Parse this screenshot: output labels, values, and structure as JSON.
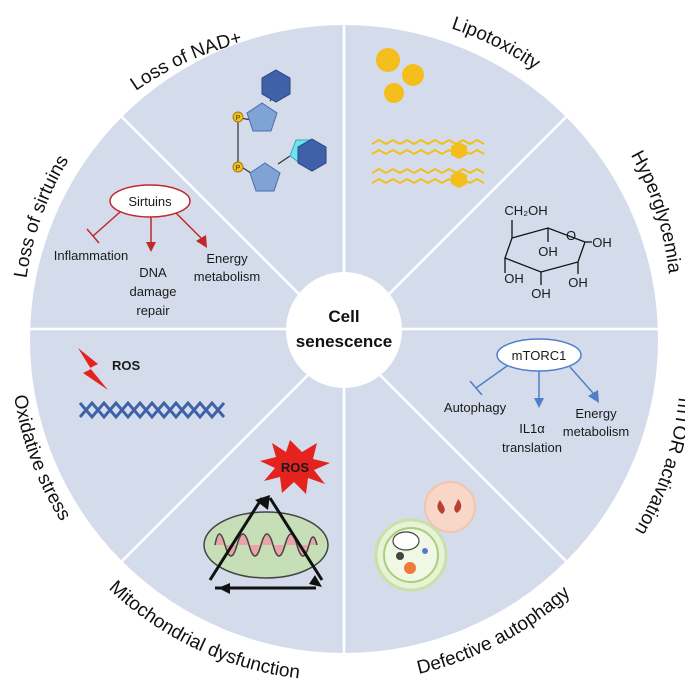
{
  "center": {
    "line1": "Cell",
    "line2": "senescence"
  },
  "segments": {
    "nad": "Loss of NAD+",
    "lipo": "Lipotoxicity",
    "hyper": "Hyperglycemia",
    "mtor": "mTOR activation",
    "autophagy": "Defective autophagy",
    "mito": "Mitochondrial dysfunction",
    "oxidative": "Oxidative stress",
    "sirtuins": "Loss of sirtuins"
  },
  "sirtuins_panel": {
    "hub": "Sirtuins",
    "inflammation": "Inflammation",
    "dna1": "DNA",
    "dna2": "damage",
    "dna3": "repair",
    "energy1": "Energy",
    "energy2": "metabolism"
  },
  "mtor_panel": {
    "hub": "mTORC1",
    "autophagy": "Autophagy",
    "il1": "IL1α",
    "il2": "translation",
    "energy1": "Energy",
    "energy2": "metabolism"
  },
  "glucose": {
    "ch2oh": "CH₂OH",
    "o": "O",
    "oh": "OH"
  },
  "nad_panel": {
    "p": "P"
  },
  "ros": {
    "oxidative": "ROS",
    "mito": "ROS"
  },
  "colors": {
    "wheel": "#d4dcec",
    "divider": "#ffffff",
    "sirtuins_red": "#c0282c",
    "mtor_blue": "#4f7fc9",
    "hexagon_blue": "#3e61a8",
    "pentagon_blue": "#7fa3d4",
    "cyan": "#6fe3ee",
    "lipid_yellow": "#f4be1d",
    "ros_red": "#e4231f"
  }
}
